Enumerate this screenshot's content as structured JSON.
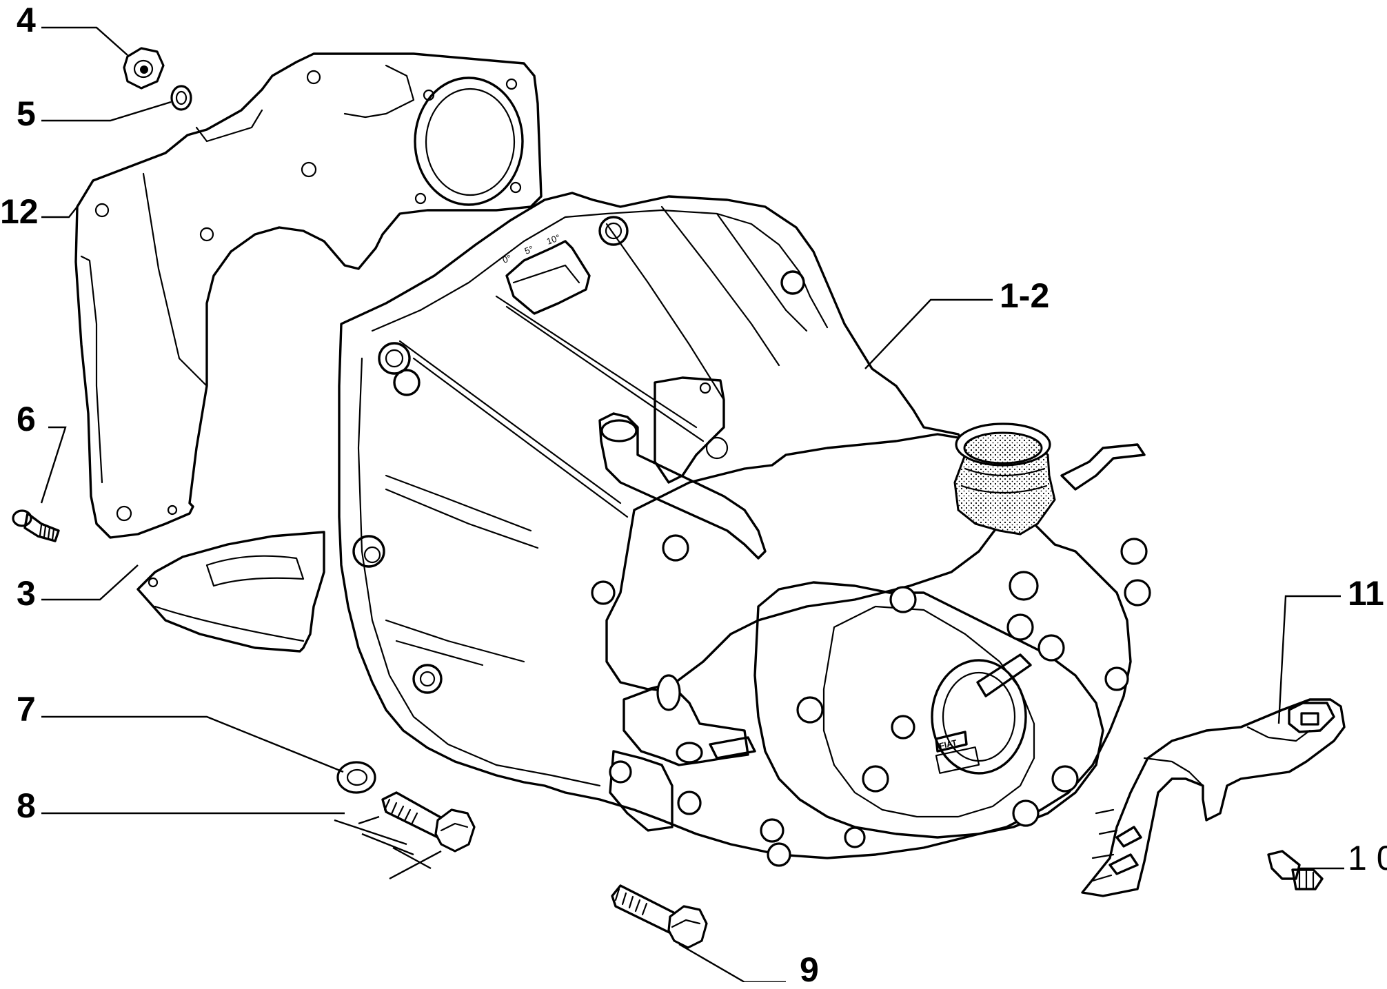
{
  "diagram": {
    "type": "exploded-parts-view",
    "colors": {
      "ink": "#000000",
      "paper": "#ffffff"
    },
    "callouts": [
      {
        "id": "c4",
        "text": "4"
      },
      {
        "id": "c5",
        "text": "5"
      },
      {
        "id": "c12",
        "text": "12"
      },
      {
        "id": "c6",
        "text": "6"
      },
      {
        "id": "c3",
        "text": "3"
      },
      {
        "id": "c7",
        "text": "7"
      },
      {
        "id": "c8",
        "text": "8"
      },
      {
        "id": "c9",
        "text": "9"
      },
      {
        "id": "c10",
        "text": "1 0"
      },
      {
        "id": "c11",
        "text": "11"
      },
      {
        "id": "c12b",
        "text": "1-2"
      }
    ],
    "scale_marks": [
      "0°",
      "5°",
      "10°"
    ],
    "housing_logo": "FIAT"
  }
}
